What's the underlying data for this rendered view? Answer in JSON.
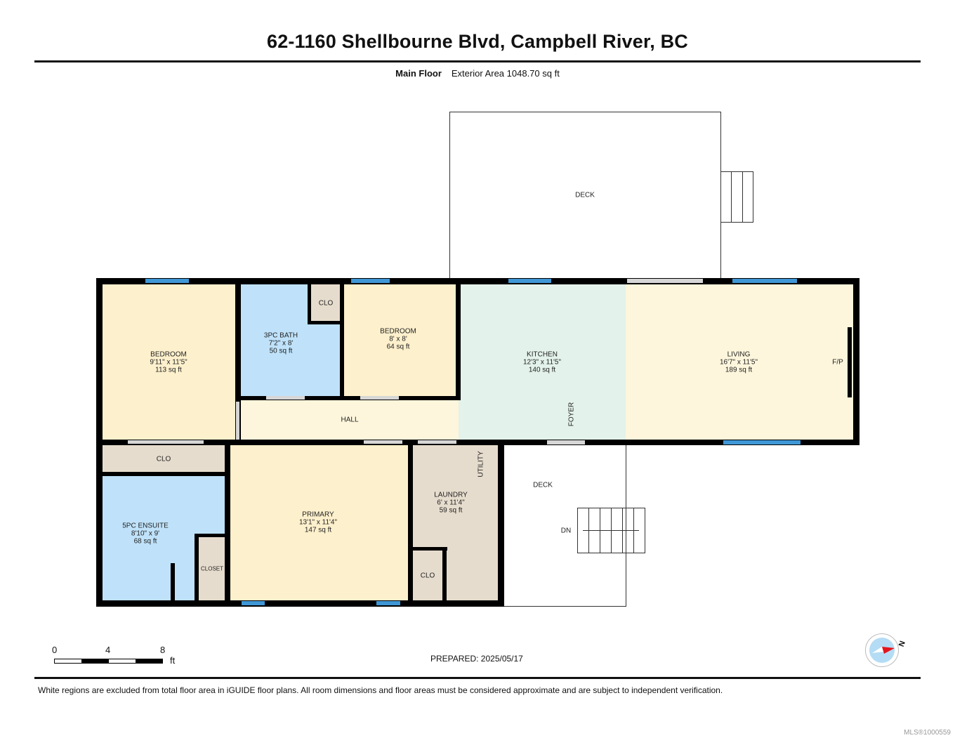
{
  "header": {
    "title": "62-1160 Shellbourne Blvd, Campbell River, BC",
    "floor_name": "Main Floor",
    "exterior_area": "Exterior Area 1048.70 sq ft"
  },
  "rooms": {
    "bedroom1": {
      "name": "BEDROOM",
      "dims": "9'11\" x 11'5\"",
      "area": "113 sq ft"
    },
    "bath3pc": {
      "name": "3PC BATH",
      "dims": "7'2\" x 8'",
      "area": "50 sq ft"
    },
    "clo_top": {
      "name": "CLO"
    },
    "bedroom2": {
      "name": "BEDROOM",
      "dims": "8' x 8'",
      "area": "64 sq ft"
    },
    "kitchen": {
      "name": "KITCHEN",
      "dims": "12'3\" x 11'5\"",
      "area": "140 sq ft"
    },
    "living": {
      "name": "LIVING",
      "dims": "16'7\" x 11'5\"",
      "area": "189 sq ft"
    },
    "fireplace": {
      "name": "F/P"
    },
    "hall": {
      "name": "HALL"
    },
    "foyer": {
      "name": "FOYER"
    },
    "clo_left": {
      "name": "CLO"
    },
    "ensuite": {
      "name": "5PC ENSUITE",
      "dims": "8'10\" x 9'",
      "area": "68 sq ft"
    },
    "closet": {
      "name": "CLOSET"
    },
    "primary": {
      "name": "PRIMARY",
      "dims": "13'1\" x 11'4\"",
      "area": "147 sq ft"
    },
    "laundry": {
      "name": "LAUNDRY",
      "dims": "6' x 11'4\"",
      "area": "59 sq ft"
    },
    "utility": {
      "name": "UTILITY"
    },
    "clo_laundry": {
      "name": "CLO"
    },
    "deck_top": {
      "name": "DECK"
    },
    "deck_bottom": {
      "name": "DECK"
    },
    "stairs_down": {
      "name": "DN"
    }
  },
  "colors": {
    "bedroom": "#fdf0cc",
    "bath": "#bfe2fa",
    "closet": "#e6dccd",
    "kitchen": "#e3f2ea",
    "hall": "#fdf6dc",
    "window": "#3f97d6",
    "wall": "#000000"
  },
  "scale_bar": {
    "ticks": [
      "0",
      "4",
      "8"
    ],
    "unit": "ft"
  },
  "prepared": "PREPARED: 2025/05/17",
  "compass": {
    "label": "N"
  },
  "footnote": "White regions are excluded from total floor area in iGUIDE floor plans. All room dimensions and floor areas must be considered approximate and are subject to independent verification.",
  "mls": "MLS®1000559"
}
